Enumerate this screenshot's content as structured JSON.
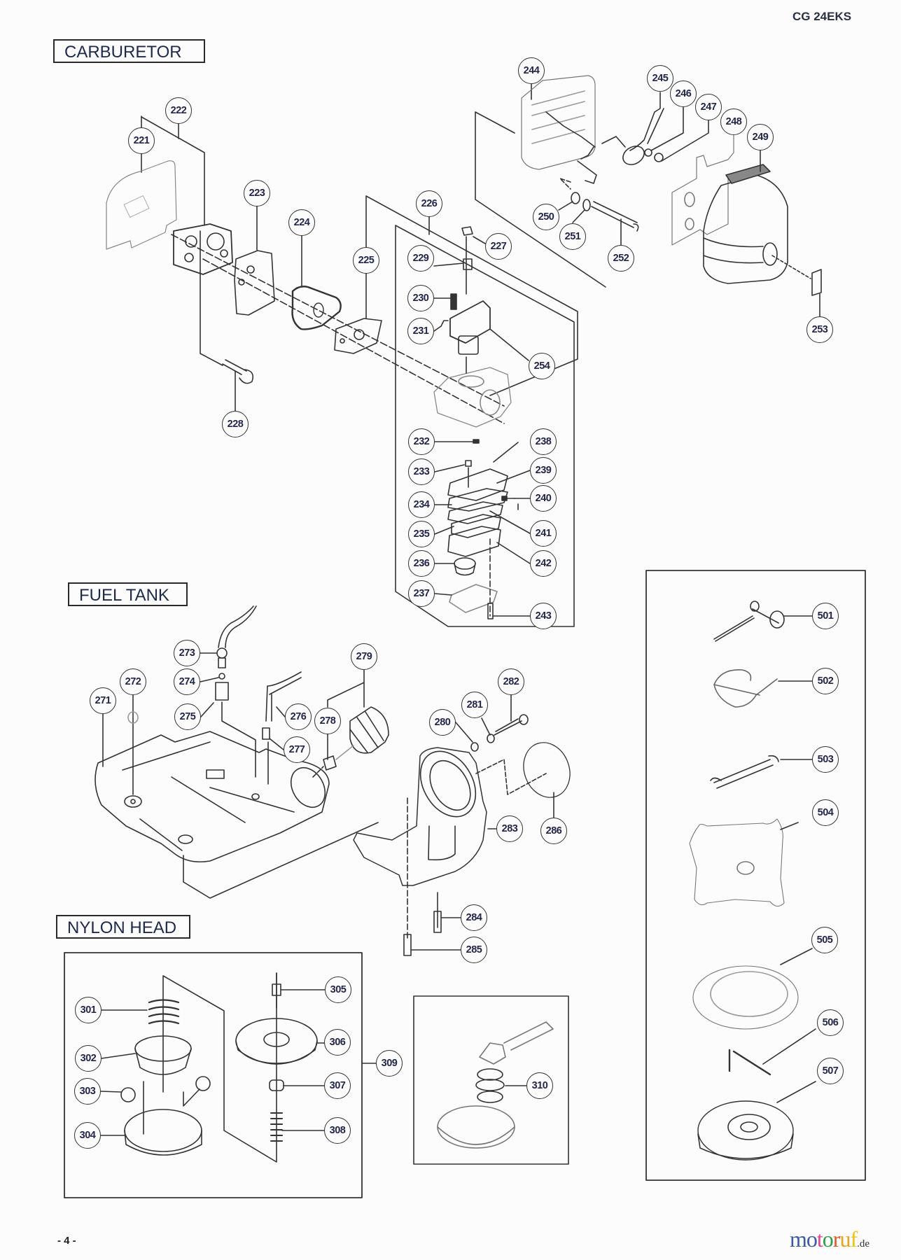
{
  "header": {
    "model": "CG 24EKS"
  },
  "sections": {
    "carburetor": {
      "title": "CARBURETOR"
    },
    "fuel_tank": {
      "title": "FUEL TANK"
    },
    "nylon_head": {
      "title": "NYLON HEAD"
    }
  },
  "callouts": {
    "carburetor": [
      "221",
      "222",
      "223",
      "224",
      "225",
      "226",
      "227",
      "228",
      "229",
      "230",
      "231",
      "232",
      "233",
      "234",
      "235",
      "236",
      "237",
      "238",
      "239",
      "240",
      "241",
      "242",
      "243",
      "244",
      "245",
      "246",
      "247",
      "248",
      "249",
      "250",
      "251",
      "252",
      "253",
      "254"
    ],
    "fuel_tank": [
      "271",
      "272",
      "273",
      "274",
      "275",
      "276",
      "277",
      "278",
      "279",
      "280",
      "281",
      "282",
      "283",
      "284",
      "285",
      "286"
    ],
    "nylon_head": [
      "301",
      "302",
      "303",
      "304",
      "305",
      "306",
      "307",
      "308",
      "309",
      "310"
    ],
    "accessories": [
      "501",
      "502",
      "503",
      "504",
      "505",
      "506",
      "507"
    ]
  },
  "footer": {
    "page_number": "- 4 -",
    "watermark": {
      "letters": [
        "m",
        "o",
        "t",
        "o",
        "r",
        "u",
        "f"
      ],
      "suffix": ".de",
      "colors": [
        "#3b5ba5",
        "#3b5ba5",
        "#e0458f",
        "#2fa04a",
        "#e0592a",
        "#e8a21b",
        "#e8c31b"
      ]
    }
  }
}
